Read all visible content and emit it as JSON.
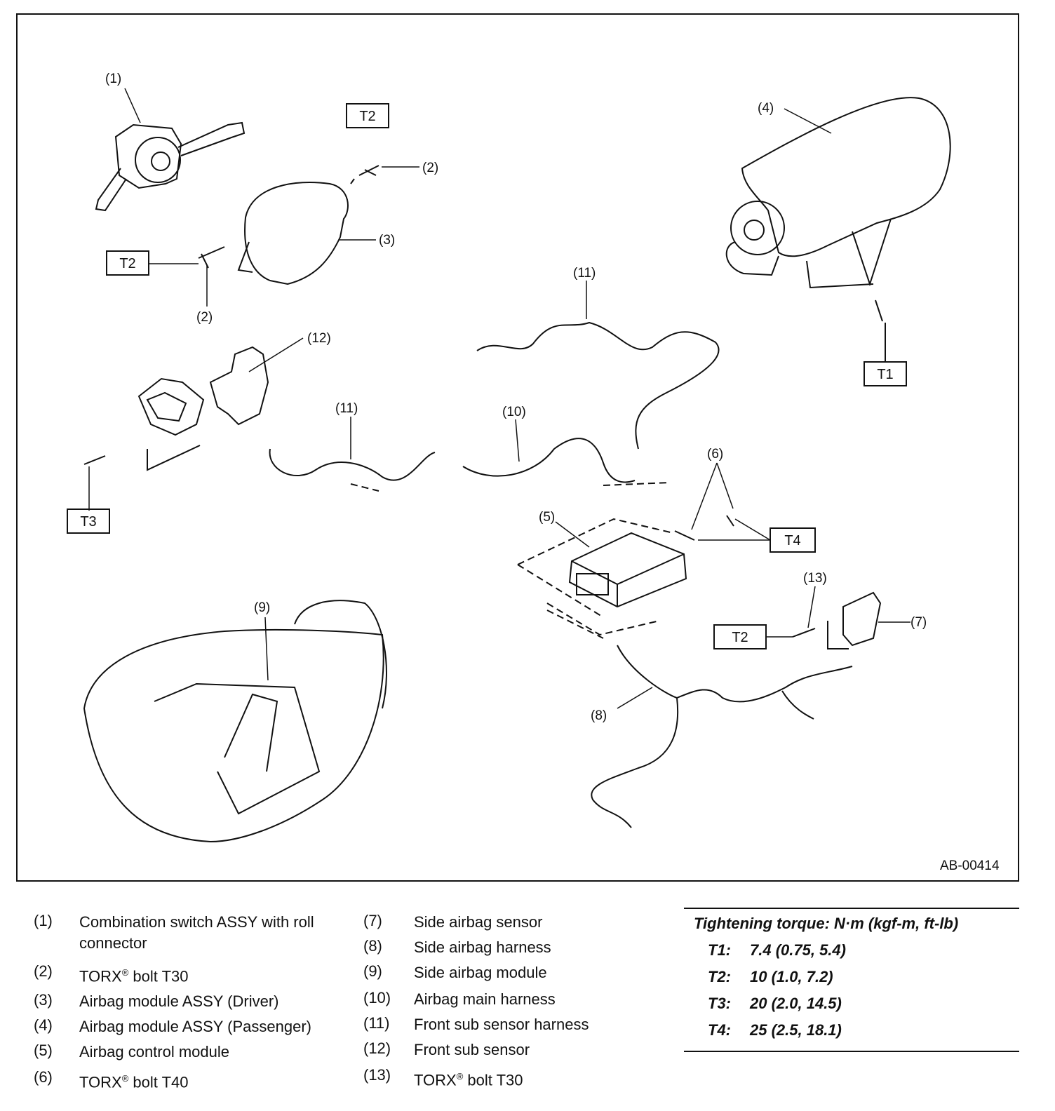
{
  "diagram": {
    "figure_id": "AB-00414",
    "callouts": {
      "c1": "(1)",
      "c2a": "(2)",
      "c2b": "(2)",
      "c3": "(3)",
      "c4": "(4)",
      "c5": "(5)",
      "c6": "(6)",
      "c7": "(7)",
      "c8": "(8)",
      "c9": "(9)",
      "c10": "(10)",
      "c11a": "(11)",
      "c11b": "(11)",
      "c12": "(12)",
      "c13": "(13)"
    },
    "torque_tags": {
      "t2a": "T2",
      "t2b": "T2",
      "t2c": "T2",
      "t1": "T1",
      "t3": "T3",
      "t4": "T4"
    }
  },
  "legend": {
    "left": [
      {
        "num": "(1)",
        "text": "Combination switch ASSY with roll connector"
      },
      {
        "num": "(2)",
        "text": "TORX",
        "sup": "®",
        "text_after": " bolt T30"
      },
      {
        "num": "(3)",
        "text": "Airbag module ASSY (Driver)"
      },
      {
        "num": "(4)",
        "text": "Airbag module ASSY (Passenger)"
      },
      {
        "num": "(5)",
        "text": "Airbag control module"
      },
      {
        "num": "(6)",
        "text": "TORX",
        "sup": "®",
        "text_after": " bolt T40"
      }
    ],
    "middle": [
      {
        "num": "(7)",
        "text": "Side airbag sensor"
      },
      {
        "num": "(8)",
        "text": "Side airbag harness"
      },
      {
        "num": "(9)",
        "text": "Side airbag module"
      },
      {
        "num": "(10)",
        "text": "Airbag main harness"
      },
      {
        "num": "(11)",
        "text": "Front sub sensor harness"
      },
      {
        "num": "(12)",
        "text": "Front sub sensor"
      },
      {
        "num": "(13)",
        "text": "TORX",
        "sup": "®",
        "text_after": " bolt T30"
      }
    ]
  },
  "torque": {
    "title": "Tightening torque: N·m (kgf-m, ft-lb)",
    "rows": [
      {
        "key": "T1:",
        "value": "7.4 (0.75, 5.4)"
      },
      {
        "key": "T2:",
        "value": "10 (1.0, 7.2)"
      },
      {
        "key": "T3:",
        "value": "20 (2.0, 14.5)"
      },
      {
        "key": "T4:",
        "value": "25 (2.5, 18.1)"
      }
    ]
  }
}
